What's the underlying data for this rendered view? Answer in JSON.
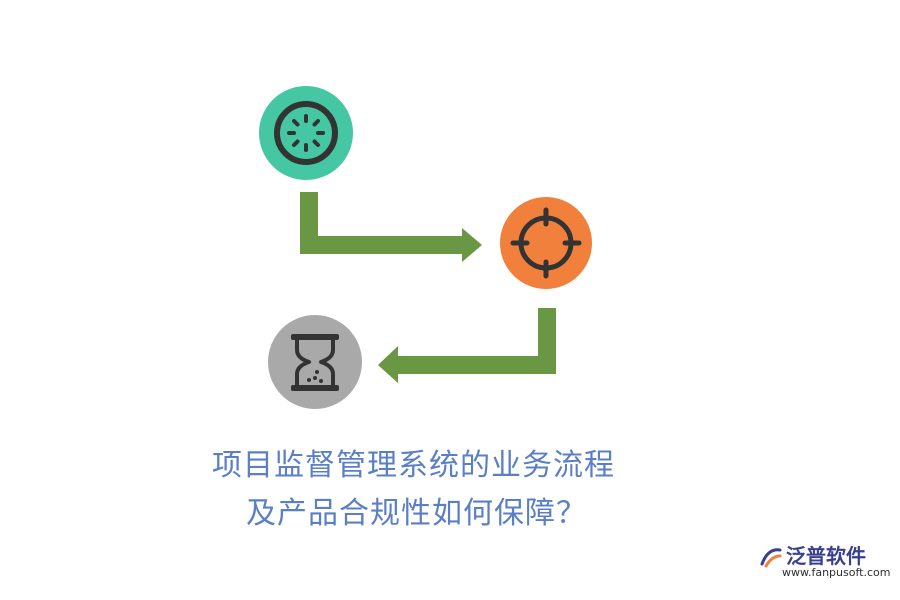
{
  "diagram": {
    "nodes": [
      {
        "id": "start",
        "icon": "loading-wheel-icon",
        "color": "#45c7a3"
      },
      {
        "id": "target",
        "icon": "crosshair-icon",
        "color": "#f1803c"
      },
      {
        "id": "timer",
        "icon": "hourglass-icon",
        "color": "#a9a9a9"
      }
    ],
    "connector_color": "#6a9744",
    "icon_stroke": "#333333"
  },
  "title": {
    "line1": "项目监督管理系统的业务流程",
    "line2": "及产品合规性如何保障？",
    "color": "#5b7fc6"
  },
  "logo": {
    "name": "泛普软件",
    "url": "www.fanpusoft.com",
    "brand_color": "#3a3f8f"
  }
}
